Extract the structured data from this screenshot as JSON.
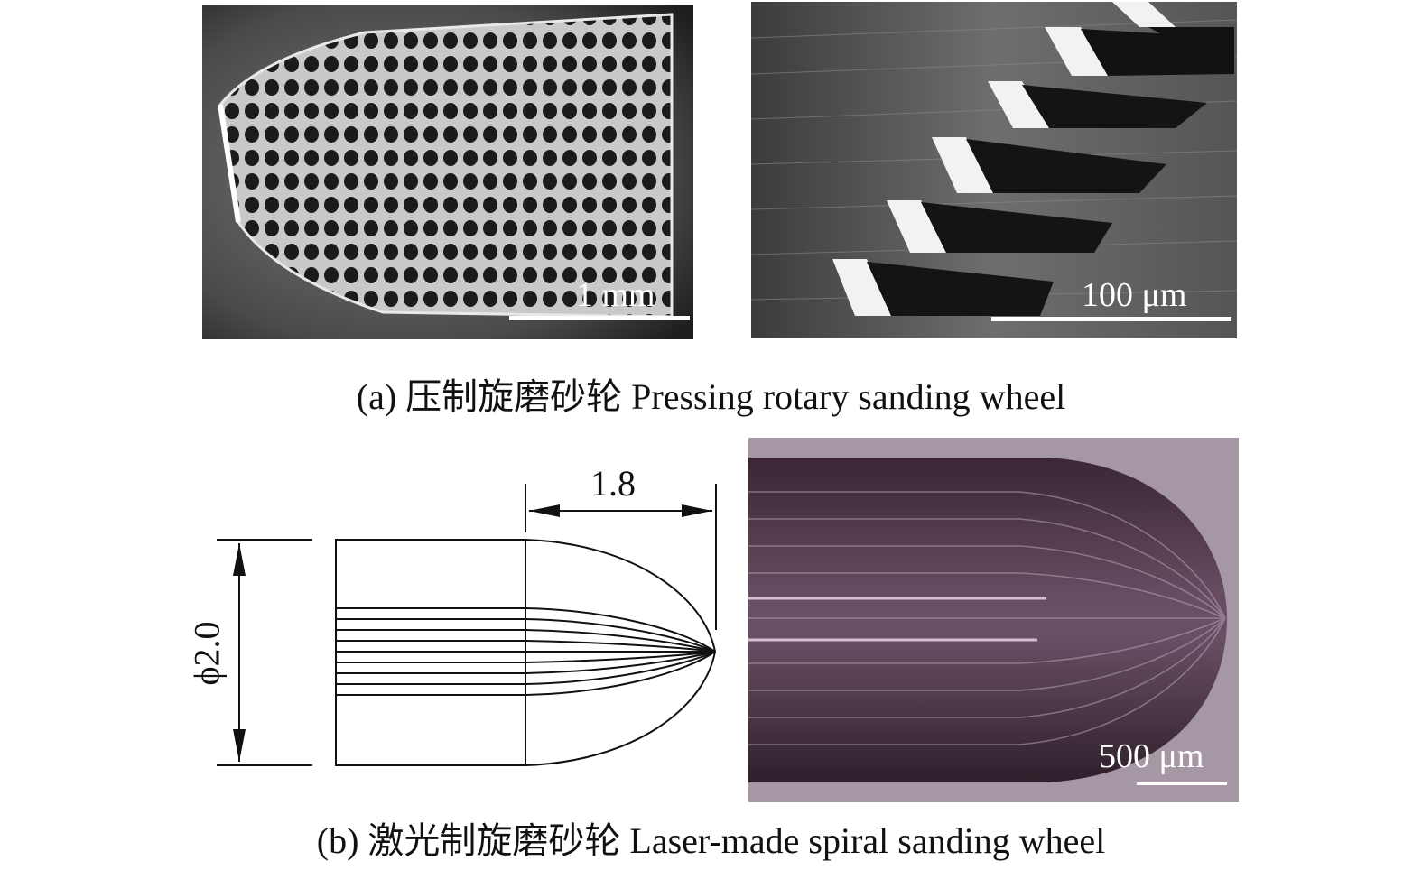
{
  "panel_a": {
    "left_image": {
      "scale_label": "1 mm"
    },
    "right_image": {
      "scale_label": "100 μm"
    },
    "caption": "(a) 压制旋磨砂轮 Pressing rotary sanding wheel"
  },
  "panel_b": {
    "drawing": {
      "length_label": "1.8",
      "diameter_label": "ϕ2.0"
    },
    "photo": {
      "scale_label": "500 μm"
    },
    "caption": "(b) 激光制旋磨砂轮 Laser-made spiral sanding wheel"
  }
}
